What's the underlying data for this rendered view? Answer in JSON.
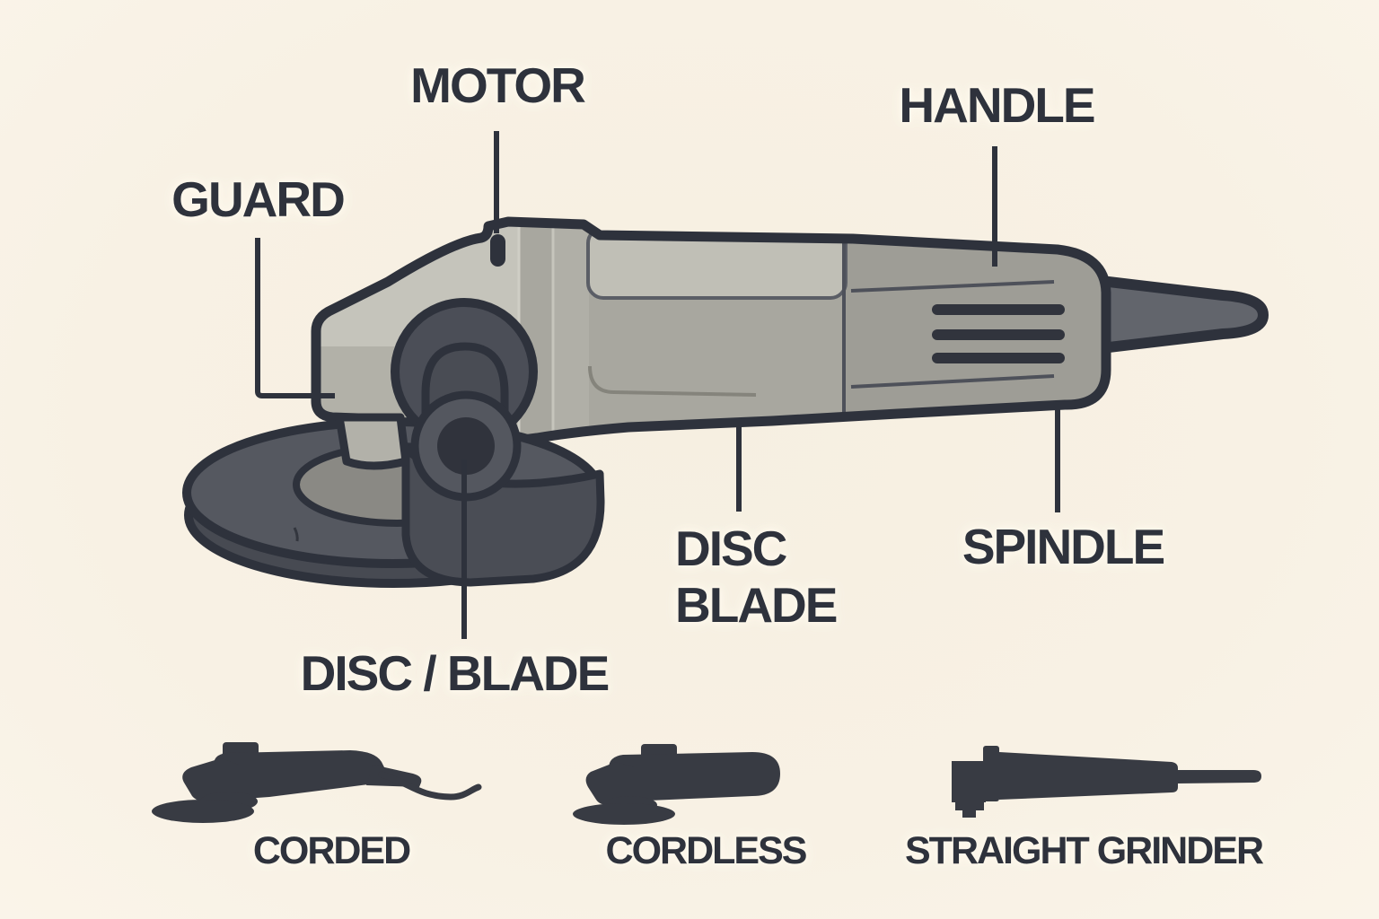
{
  "diagram": {
    "labels": {
      "motor": "MOTOR",
      "guard": "GUARD",
      "handle": "HANDLE",
      "disc_blade_lines": [
        "DISC",
        "BLADE"
      ],
      "spindle": "SPINDLE",
      "disc_slash_blade": "DISC / BLADE"
    },
    "variants": [
      {
        "label": "CORDED"
      },
      {
        "label": "CORDLESS"
      },
      {
        "label": "STRAIGHT GRINDER"
      }
    ],
    "colors": {
      "background": "#f8f1e4",
      "outline": "#2e323c",
      "text": "#2e323c",
      "housing_base": "#a8a79f",
      "head_light": "#c5c4bb",
      "head_band": "#b2b1a8",
      "front_band": "#b0afa7",
      "top_strip": "#c0bfb6",
      "handle_section": "#9e9d96",
      "panel_line_light": "#85847c",
      "panel_line_dark": "#4e515a",
      "grip_slot": "#31343d",
      "rear_shaft": "#62656c",
      "disc_top": "#555860",
      "disc_side": "#474a52",
      "disc_hub": "#8a8984",
      "guard_wedge": "#4a4d55",
      "gear_housing": "#4b4e57",
      "gear_arch": "#494c54",
      "flange_ring": "#54575f",
      "flange_center": "#30333c",
      "collar": "#b2b1a9",
      "silhouette": "#383b43"
    }
  }
}
